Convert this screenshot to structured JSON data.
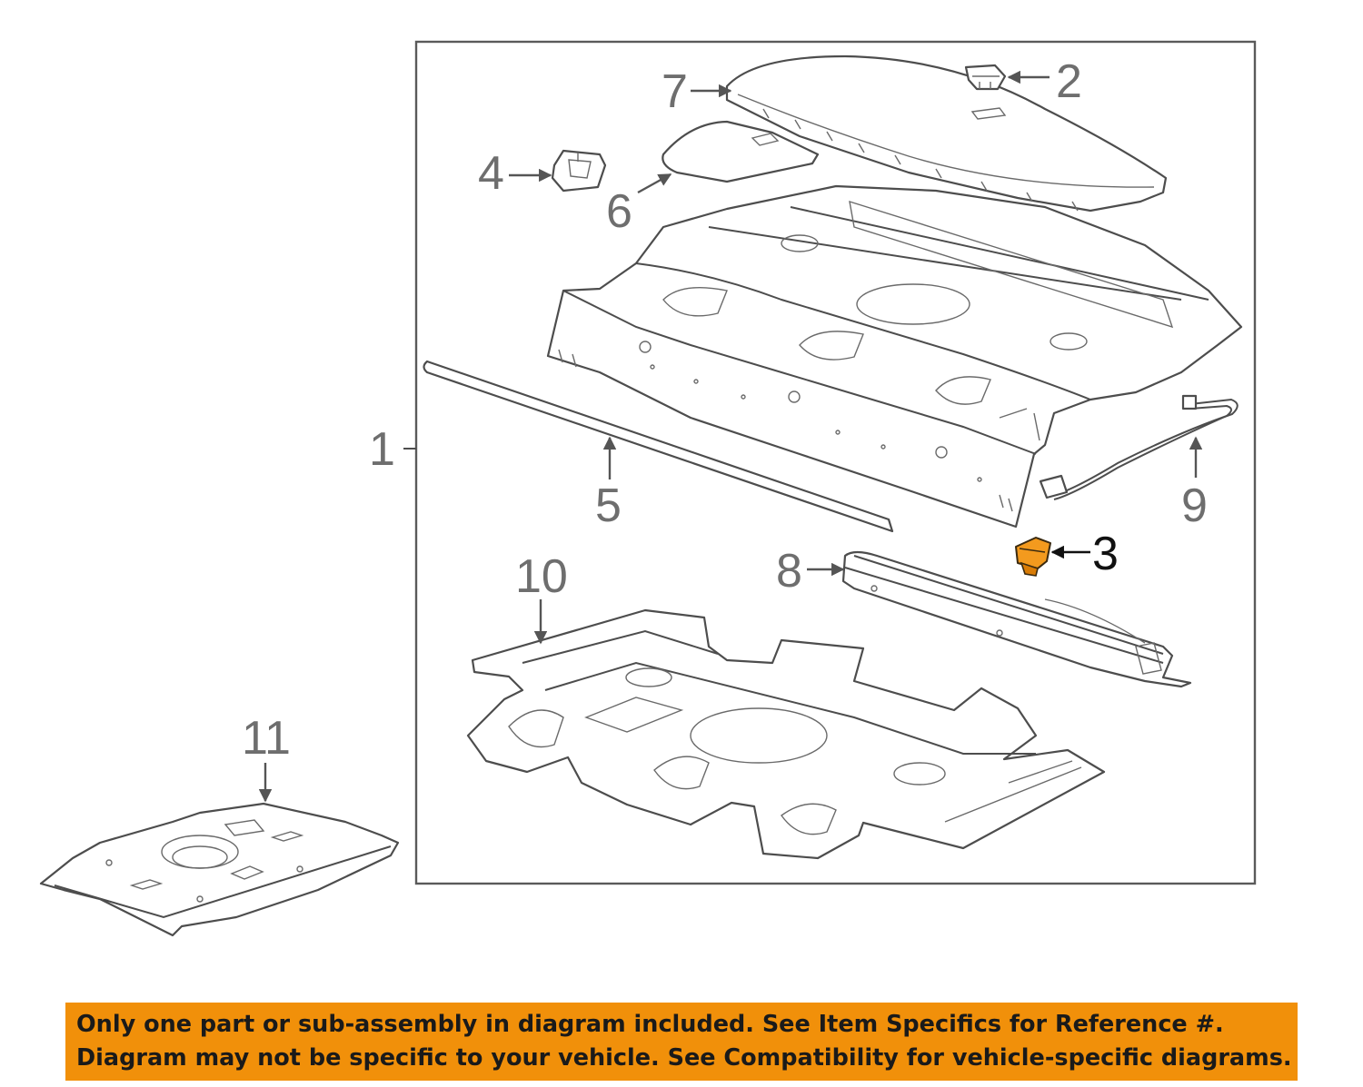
{
  "callouts": [
    "1",
    "2",
    "3",
    "4",
    "5",
    "6",
    "7",
    "8",
    "9",
    "10",
    "11"
  ],
  "highlight": {
    "part": "3",
    "color": "#f39a1e"
  },
  "banner": {
    "line1": "Only one part or sub-assembly in diagram included. See Item Specifics for Reference #.",
    "line2": "Diagram may not be specific to your vehicle. See Compatibility for vehicle-specific diagrams.",
    "background": "#f1900a"
  }
}
